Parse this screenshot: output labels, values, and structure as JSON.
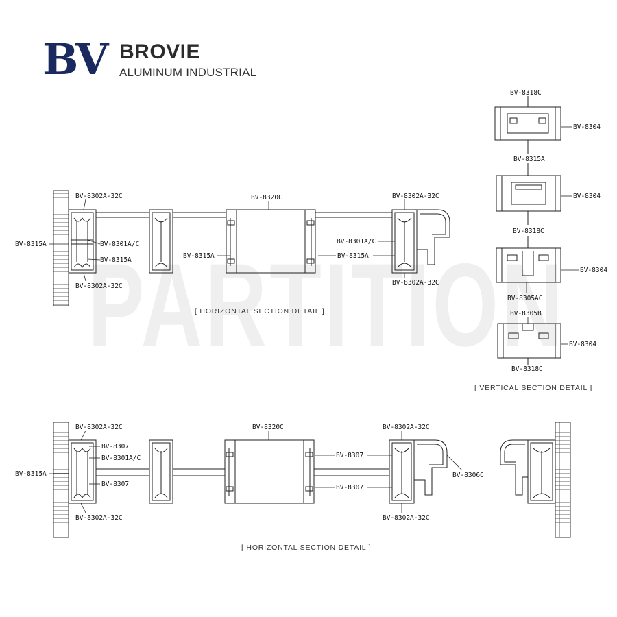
{
  "brand": {
    "logo": "BV",
    "name": "BROVIE",
    "subtitle": "ALUMINUM INDUSTRIAL"
  },
  "watermark": "PARTITION",
  "captions": {
    "horizontal_top": "[ HORIZONTAL SECTION DETAIL ]",
    "vertical": "[ VERTICAL SECTION DETAIL ]",
    "horizontal_bottom": "[ HORIZONTAL SECTION DETAIL ]"
  },
  "top_section": {
    "left_top": "BV-8302A-32C",
    "left_side": "BV-8315A",
    "left_mid1": "BV-8301A/C",
    "left_mid2": "BV-8315A",
    "left_bottom": "BV-8302A-32C",
    "center_top": "BV-8320C",
    "center_left": "BV-8315A",
    "right_top": "BV-8302A-32C",
    "right_mid1": "BV-8301A/C",
    "right_mid2": "BV-8315A",
    "right_bottom": "BV-8302A-32C"
  },
  "vertical_section": {
    "a_top": "BV-8318C",
    "a_right": "BV-8304",
    "b_top": "BV-8315A",
    "b_right": "BV-8304",
    "c_top": "BV-8318C",
    "c_right": "BV-8304",
    "c_bottom": "BV-8305AC",
    "d_top": "BV-8305B",
    "d_right": "BV-8304",
    "d_bottom": "BV-8318C"
  },
  "bottom_section": {
    "left_top": "BV-8302A-32C",
    "left_side": "BV-8315A",
    "left_mid1": "BV-8307",
    "left_mid2": "BV-8301A/C",
    "left_mid3": "BV-8307",
    "left_bottom": "BV-8302A-32C",
    "center_top": "BV-8320C",
    "center_right1": "BV-8307",
    "center_right2": "BV-8307",
    "right_top": "BV-8302A-32C",
    "right_side": "BV-8306C",
    "right_bottom": "BV-8302A-32C"
  }
}
